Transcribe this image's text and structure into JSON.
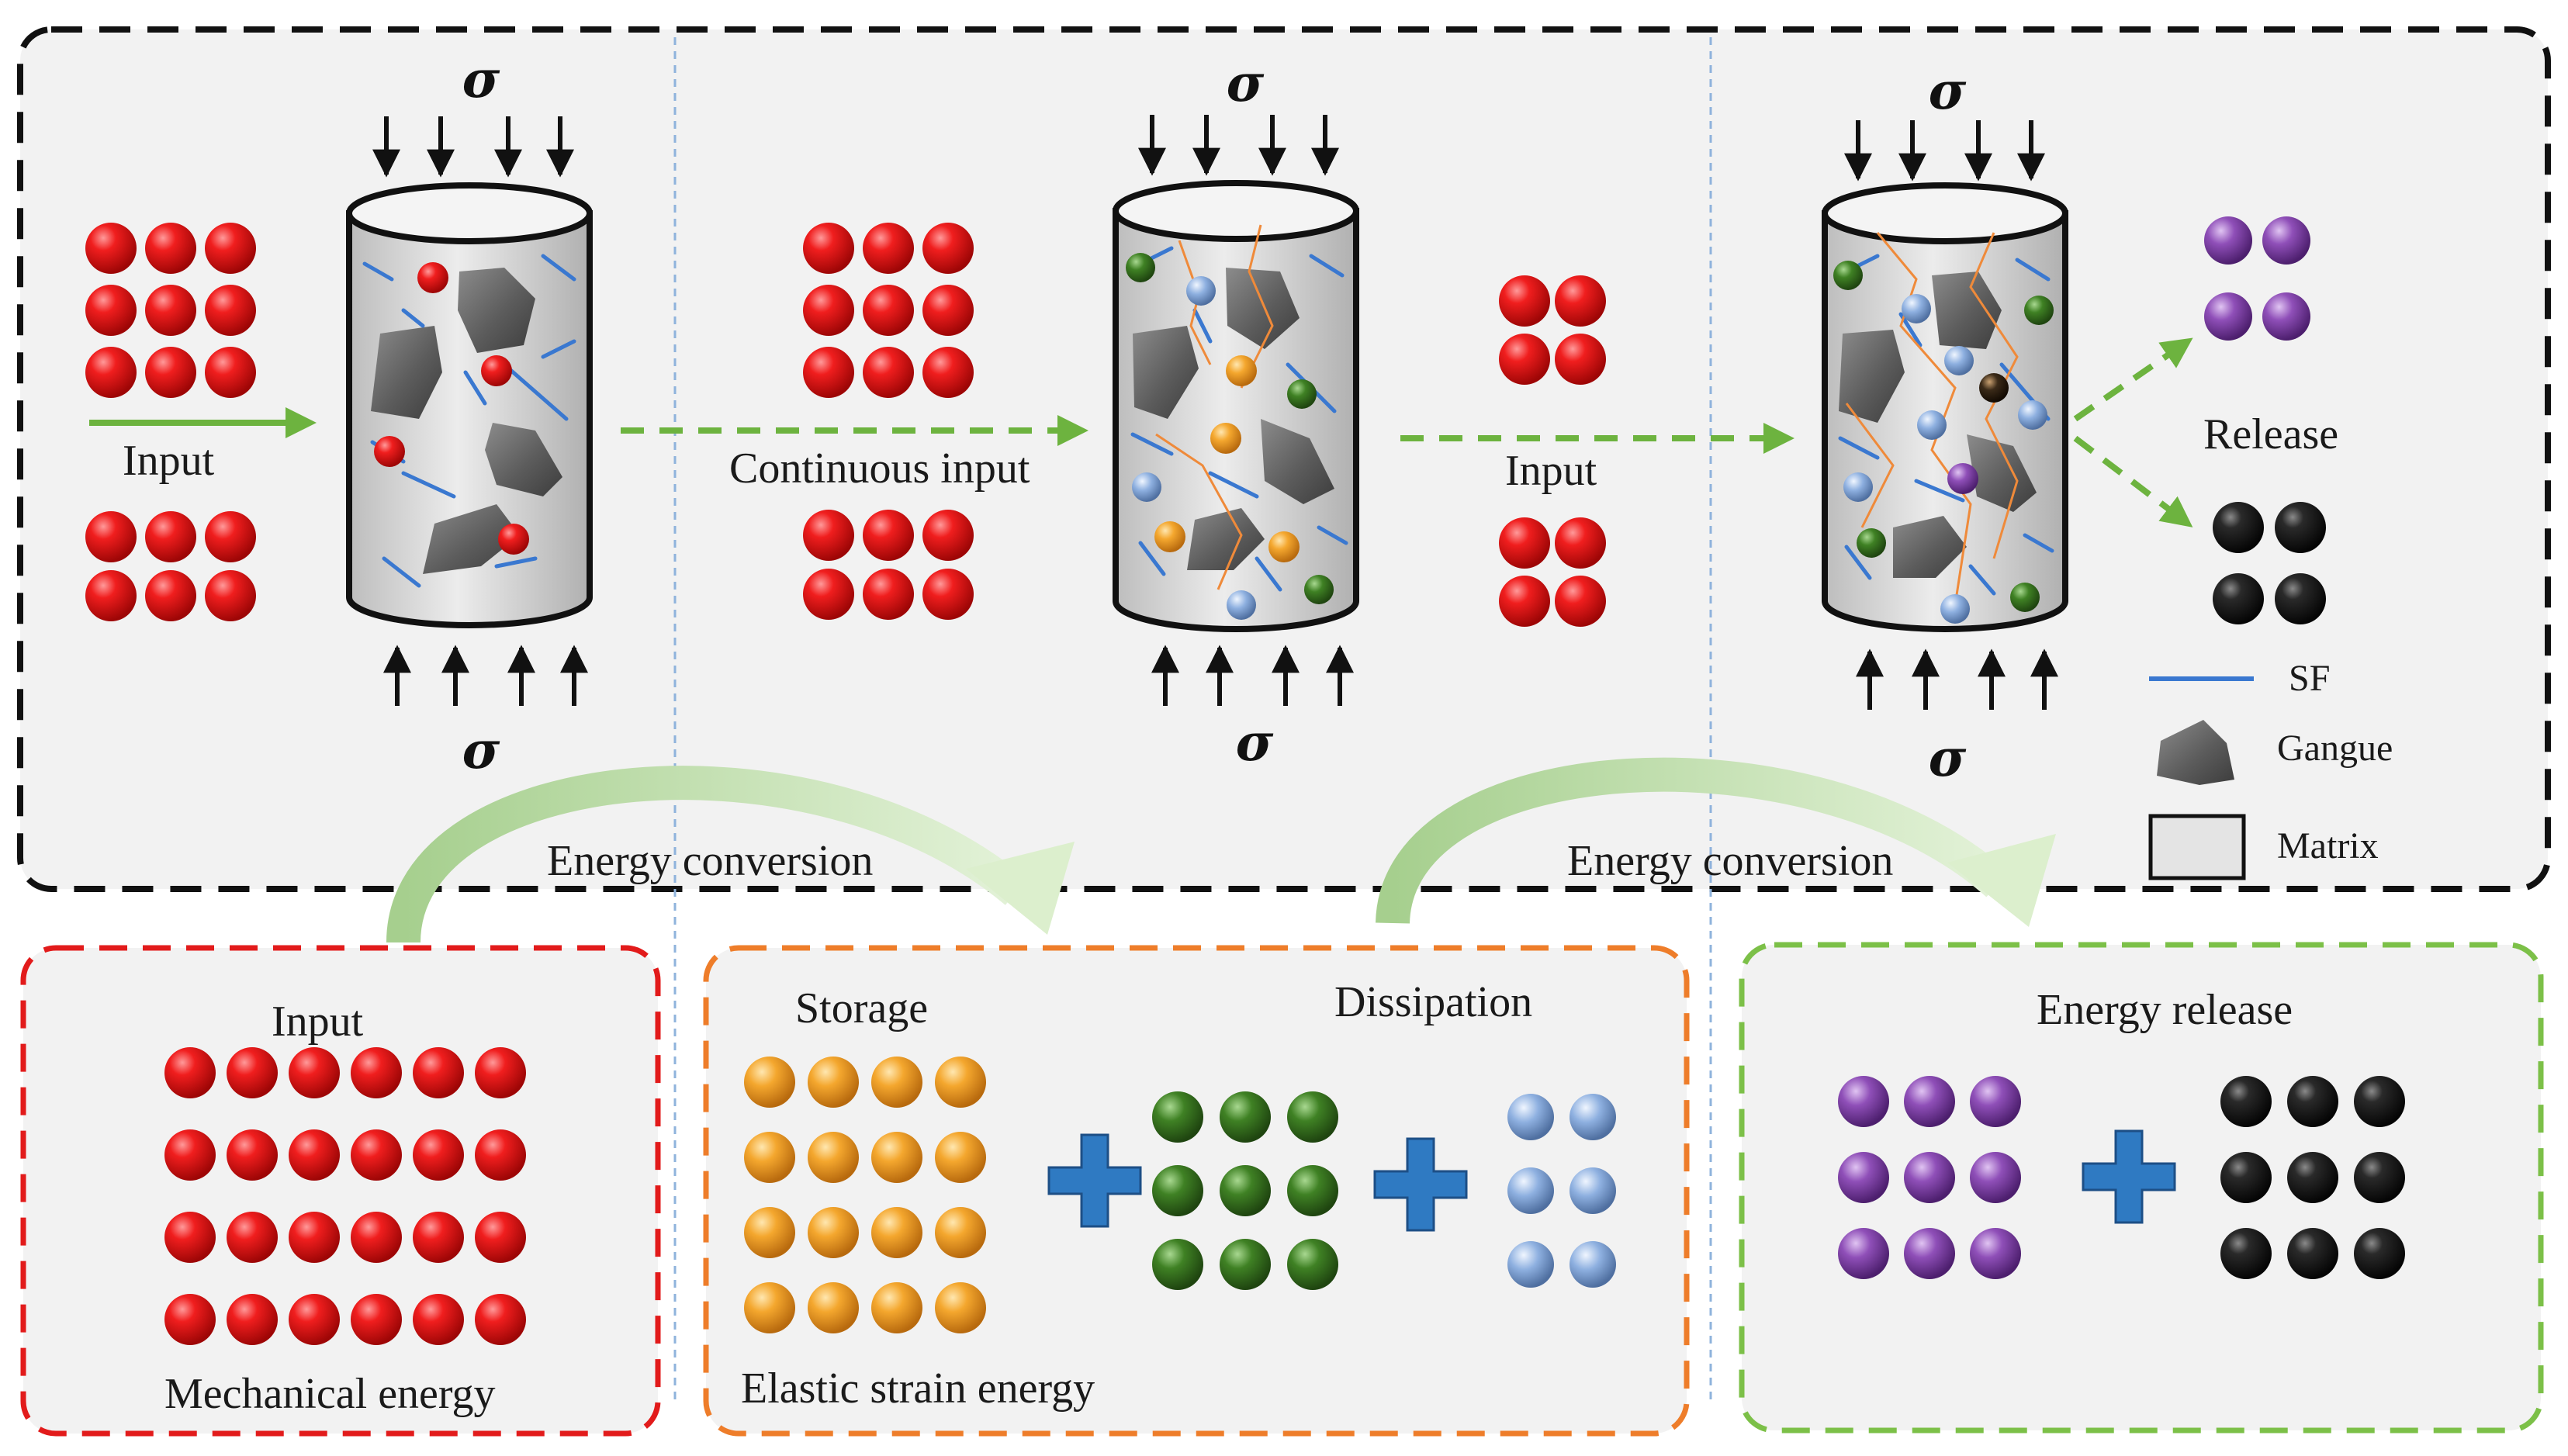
{
  "labels": {
    "sigma": "σ",
    "input": "Input",
    "continuous_input": "Continuous input",
    "release": "Release",
    "energy_conversion": "Energy conversion",
    "mechanical_energy": "Mechanical energy",
    "storage": "Storage",
    "dissipation": "Dissipation",
    "elastic_strain_energy": "Elastic strain energy",
    "energy_release": "Energy release"
  },
  "legend": {
    "sf": "SF",
    "gangue": "Gangue",
    "matrix": "Matrix"
  },
  "colors": {
    "red_ball": "#e41414",
    "orange_ball": "#f2a22a",
    "green_ball": "#3f7d22",
    "blue_ball": "#86a8d9",
    "purple_ball": "#8c4cb4",
    "black_ball": "#1b1b1b",
    "sf_fiber": "#3a78d0",
    "gangue": "#6e6e6e",
    "matrix": "#e2e2e2",
    "panel_bg": "#f2f2f2",
    "green_arrow": "#6db33f",
    "plus_sign": "#2f7ac2",
    "box_red": "#e21b1b",
    "box_orange": "#ee7d2a",
    "box_green": "#7cc048"
  }
}
